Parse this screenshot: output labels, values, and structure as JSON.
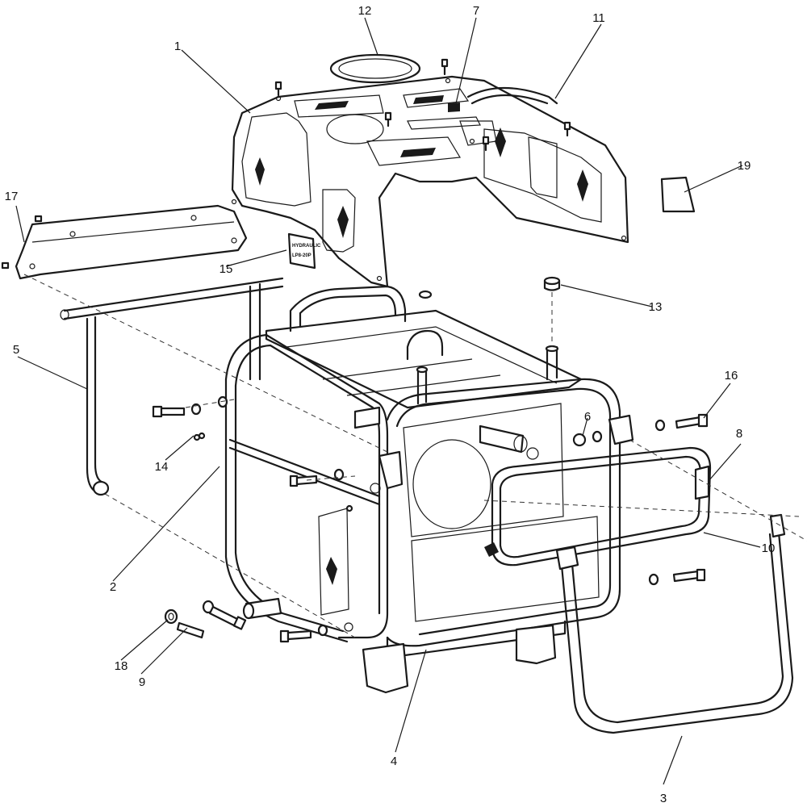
{
  "callouts": [
    {
      "id": "c1",
      "label": "1"
    },
    {
      "id": "c2",
      "label": "2"
    },
    {
      "id": "c3",
      "label": "3"
    },
    {
      "id": "c4",
      "label": "4"
    },
    {
      "id": "c5",
      "label": "5"
    },
    {
      "id": "c6",
      "label": "6"
    },
    {
      "id": "c7",
      "label": "7"
    },
    {
      "id": "c8",
      "label": "8"
    },
    {
      "id": "c9",
      "label": "9"
    },
    {
      "id": "c10",
      "label": "10"
    },
    {
      "id": "c11",
      "label": "11"
    },
    {
      "id": "c12",
      "label": "12"
    },
    {
      "id": "c13",
      "label": "13"
    },
    {
      "id": "c14",
      "label": "14"
    },
    {
      "id": "c15",
      "label": "15"
    },
    {
      "id": "c16",
      "label": "16"
    },
    {
      "id": "c17",
      "label": "17"
    },
    {
      "id": "c18",
      "label": "18"
    },
    {
      "id": "c19",
      "label": "19"
    }
  ],
  "decal": {
    "line1": "HYDRAULIC",
    "line2": "LP8-20P"
  },
  "colors": {
    "line": "#1a1a1a",
    "background": "#ffffff"
  }
}
